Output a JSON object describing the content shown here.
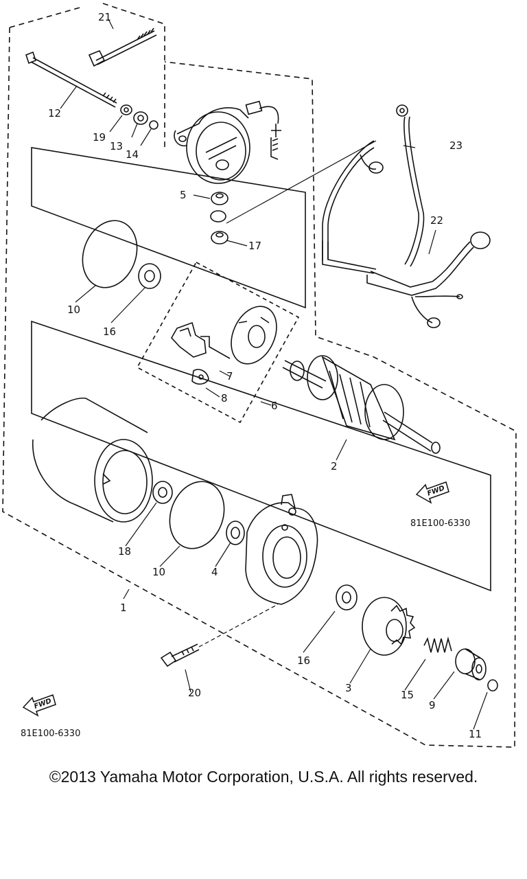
{
  "diagram": {
    "callouts": {
      "c1": "1",
      "c2": "2",
      "c3": "3",
      "c4": "4",
      "c5": "5",
      "c6": "6",
      "c7": "7",
      "c8": "8",
      "c9": "9",
      "c10a": "10",
      "c10b": "10",
      "c11": "11",
      "c12": "12",
      "c13": "13",
      "c14": "14",
      "c15": "15",
      "c16a": "16",
      "c16b": "16",
      "c17": "17",
      "c18": "18",
      "c19": "19",
      "c20": "20",
      "c21": "21",
      "c22": "22",
      "c23": "23"
    },
    "direction_label": "FWD",
    "codes": {
      "right": "81E100-6330",
      "left": "81E100-6330"
    }
  },
  "footer": {
    "copyright": "©2013 Yamaha Motor Corporation, U.S.A. All rights reserved."
  }
}
